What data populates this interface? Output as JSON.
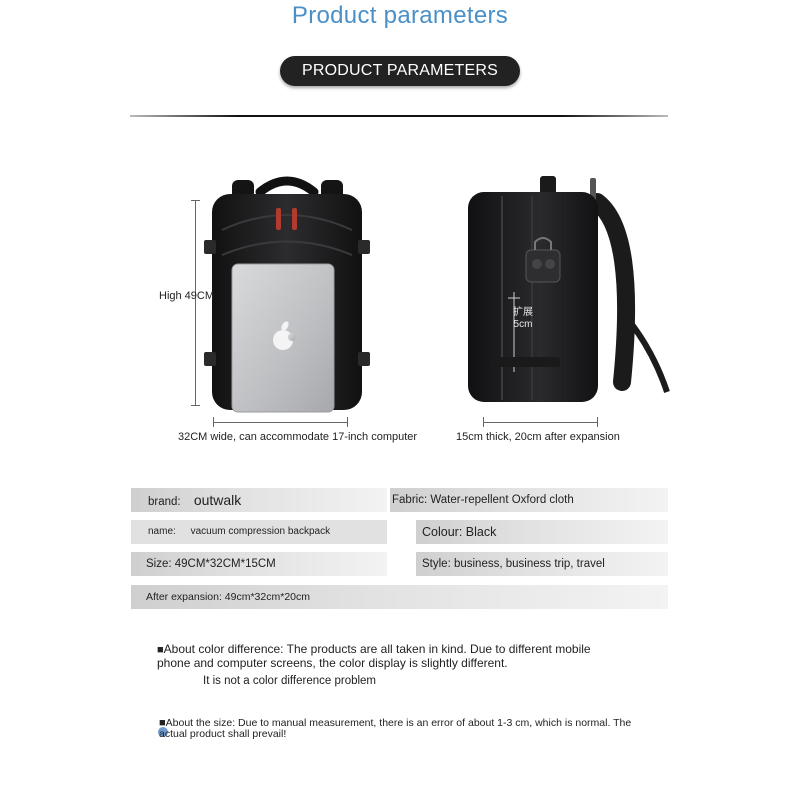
{
  "header": {
    "headline": "Product parameters",
    "pill_label": "PRODUCT PARAMETERS"
  },
  "dimensions": {
    "height": "High 49CM",
    "width": "32CM wide, can accommodate 17-inch computer",
    "thickness": "15cm thick, 20cm after expansion",
    "expand_label_cn": "扩展",
    "expand_label_size": "5cm"
  },
  "specs": {
    "brand_key": "brand:",
    "brand_value": "outwalk",
    "fabric": "Fabric: Water-repellent Oxford cloth",
    "name_key": "name:",
    "name_value": "vacuum compression backpack",
    "colour": "Colour: Black",
    "size": "Size: 49CM*32CM*15CM",
    "style": "Style: business, business trip, travel",
    "after_expansion": "After expansion: 49cm*32cm*20cm"
  },
  "notes": {
    "bullet": "■",
    "color_line1": "About color difference: The products are all taken in kind. Due to different mobile",
    "color_line2": "phone and computer screens, the color display is slightly different.",
    "color_line3": "It is not a color difference problem",
    "size_line1": "About the size: Due to manual measurement, there is an error of about 1-3 cm, which is normal. The",
    "size_line2": "actual product shall prevail!"
  },
  "colors": {
    "headline": "#4a90c8",
    "pill": "#222222",
    "bag_body": "#1f1f21",
    "laptop": "#c8c9cb"
  },
  "icons": [
    "apple-logo-icon",
    "combination-lock-icon"
  ]
}
